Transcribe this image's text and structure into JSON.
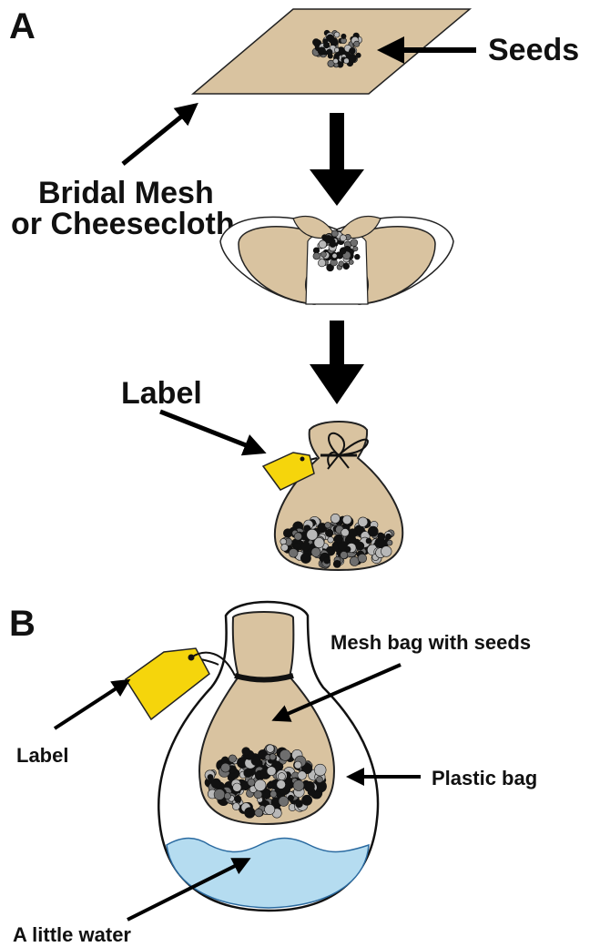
{
  "panels": {
    "a": {
      "letter": "A",
      "seeds_label": "Seeds",
      "mesh_label_line1": "Bridal Mesh",
      "mesh_label_line2": "or Cheesecloth",
      "tag_label": "Label"
    },
    "b": {
      "letter": "B",
      "mesh_bag_label": "Mesh bag with seeds",
      "plastic_bag_label": "Plastic bag",
      "tag_label": "Label",
      "water_label": "A little water"
    }
  },
  "colors": {
    "mesh": "#d9c3a0",
    "label_tag": "#f5d50c",
    "water": "#b5dcf0",
    "seed_dark": "#111111",
    "seed_mid": "#6e6e6e",
    "seed_light": "#b8b8b8",
    "ink": "#000000"
  }
}
